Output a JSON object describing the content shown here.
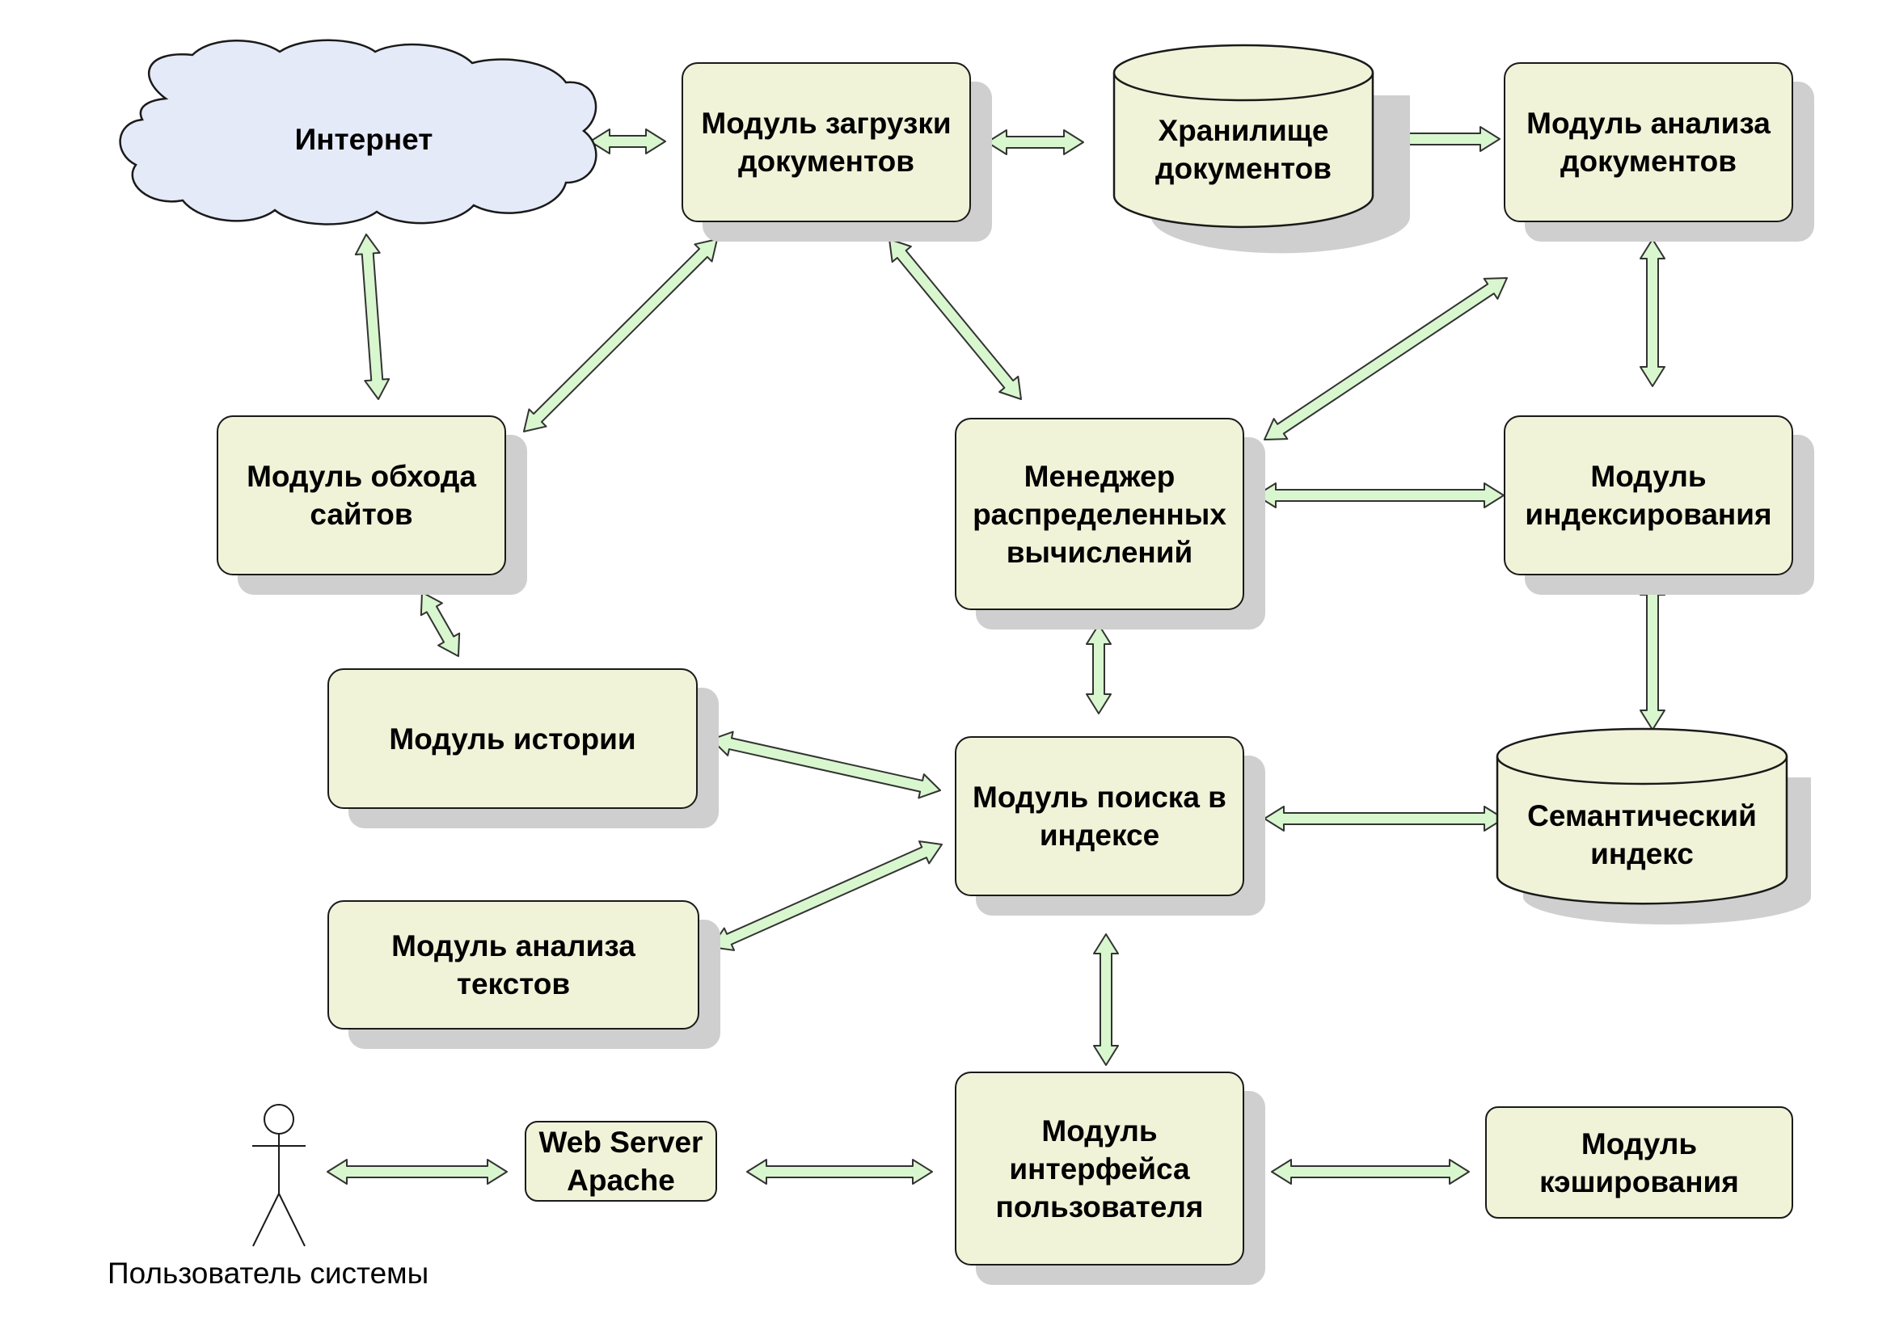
{
  "nodes": {
    "internet": "Интернет",
    "download_module": "Модуль загрузки\nдокументов",
    "document_storage": "Хранилище\nдокументов",
    "doc_analysis_module": "Модуль анализа\nдокументов",
    "crawl_module": "Модуль обхода\nсайтов",
    "distributed_manager": "Менеджер\nраспределенных\nвычислений",
    "indexing_module": "Модуль\nиндексирования",
    "history_module": "Модуль истории",
    "index_search_module": "Модуль поиска в\nиндексе",
    "semantic_index": "Семантический\nиндекс",
    "text_analysis_module": "Модуль анализа\nтекстов",
    "web_server": "Web Server\nApache",
    "ui_module": "Модуль\nинтерфейса\nпользователя",
    "caching_module": "Модуль\nкэширования",
    "system_user": "Пользователь системы"
  },
  "colors": {
    "node_fill": "#f0f3d8",
    "cloud_fill": "#e4eaf7",
    "arrow_fill": "#d9f7cf",
    "shadow": "#cfcfcf",
    "stroke": "#1a1a1a"
  }
}
